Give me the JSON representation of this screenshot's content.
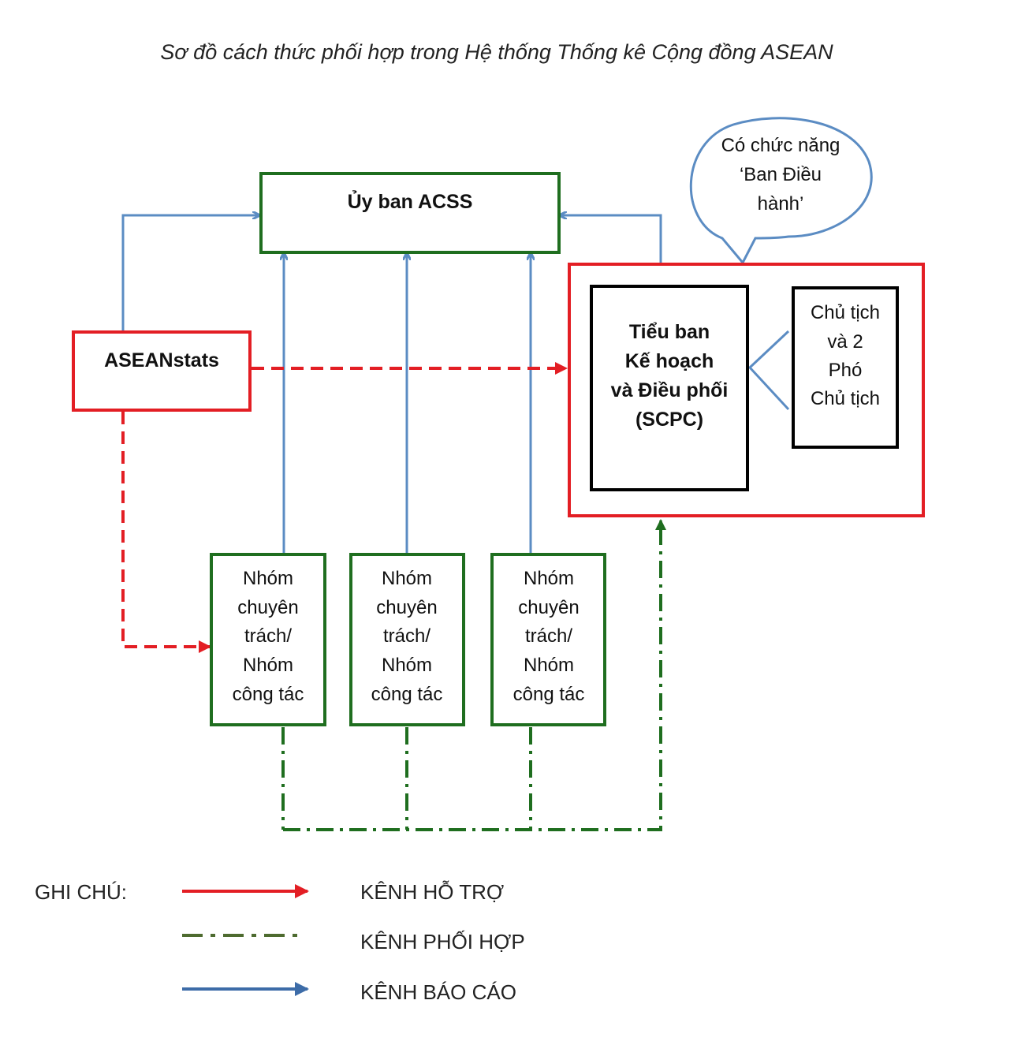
{
  "title": "Sơ đồ cách thức phối hợp trong Hệ thống Thống kê Cộng đồng ASEAN",
  "nodes": {
    "acss": "Ủy ban ACSS",
    "aseanstats": "ASEANstats",
    "scpc": [
      "Tiểu ban",
      "Kế hoạch",
      "và Điều phối",
      "(SCPC)"
    ],
    "chair": [
      "Chủ tịch",
      "và 2",
      "Phó",
      "Chủ tịch"
    ],
    "callout": [
      "Có chức năng",
      "‘Ban Điều",
      "hành’"
    ],
    "working_group": [
      "Nhóm",
      "chuyên",
      "trách/",
      "Nhóm",
      "công tác"
    ]
  },
  "legend": {
    "heading": "GHI CHÚ:",
    "items": [
      {
        "label": "KÊNH HỖ TRỢ",
        "style": "solid-arrow",
        "color": "#e31e24"
      },
      {
        "label": "KÊNH PHỐI HỢP",
        "style": "dash-dot",
        "color": "#4e6b2f"
      },
      {
        "label": "KÊNH BÁO CÁO",
        "style": "solid-arrow",
        "color": "#3d6ca8"
      }
    ]
  },
  "colors": {
    "support": "#e31e24",
    "coordination": "#1f6e1f",
    "report": "#5b8cc3",
    "green_box": "#1f6e1f",
    "red_box": "#e31e24",
    "black_box": "#000000",
    "callout": "#5b8cc3"
  }
}
